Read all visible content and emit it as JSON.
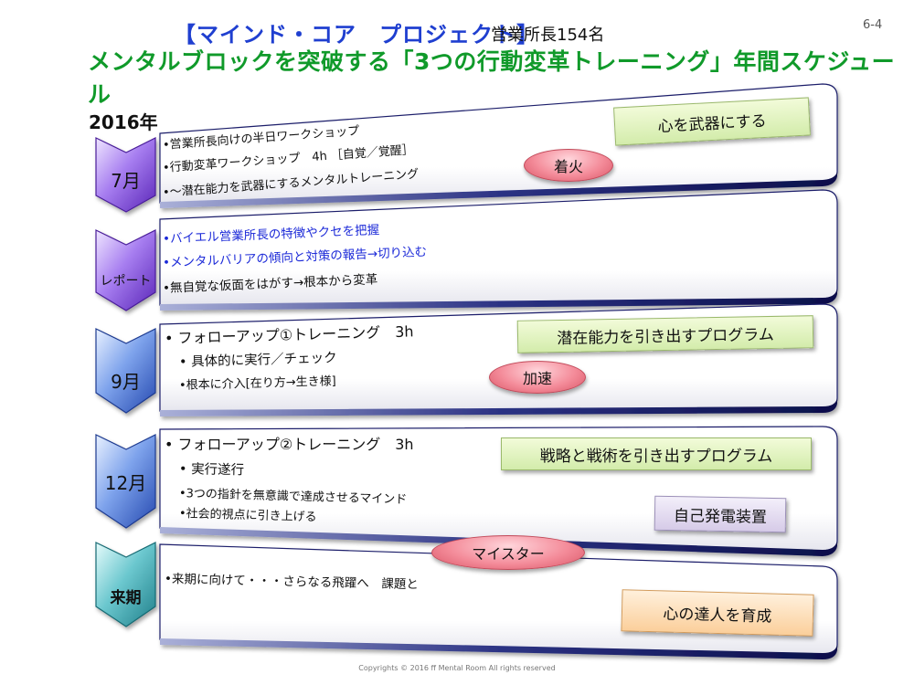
{
  "header": {
    "title_main": "【マインド・コア　プロジェクト】",
    "title_sub": "営業所長154名",
    "subtitle": "メンタルブロックを突破する「3つの行動変革トレーニング」年間スケジュール",
    "page_number": "6-4",
    "year": "2016年"
  },
  "rows": [
    {
      "period": "7月",
      "bullets": [
        "•営業所長向けの半日ワークショップ",
        "•行動変革ワークショップ　4h ［自覚／覚醒］",
        "•～潜在能力を武器にするメンタルトレーニング"
      ],
      "box": "心を武器にする",
      "pill": "着火"
    },
    {
      "period": "レポート",
      "bullets": [
        "•バイエル営業所長の特徴やクセを把握",
        "•メンタルバリアの傾向と対策の報告→切り込む",
        "•無自覚な仮面をはがす→根本から変革"
      ]
    },
    {
      "period": "9月",
      "bullets": [
        "• フォローアップ①トレーニング　3h",
        "• 具体的に実行／チェック",
        "•根本に介入[在り方→生き様]"
      ],
      "box": "潜在能力を引き出すプログラム",
      "pill": "加速"
    },
    {
      "period": "12月",
      "bullets": [
        "• フォローアップ②トレーニング　3h",
        "• 実行遂行",
        "•3つの指針を無意識で達成させるマインド",
        "•社会的視点に引き上げる"
      ],
      "box": "戦略と戦術を引き出すプログラム",
      "box2": "自己発電装置",
      "pill": "マイスター"
    },
    {
      "period": "来期",
      "bullets": [
        "•来期に向けて・・・さらなる飛躍へ　課題と"
      ],
      "box": "心の達人を育成"
    }
  ],
  "colors": {
    "title_blue": "#1f3fd0",
    "title_green": "#109a2a",
    "chevron_purple": "#7a48d8",
    "chevron_blue": "#3f6fd6",
    "chevron_teal": "#2a8f9a"
  },
  "copyright": "Copyrights © 2016 ff Mental Room All rights reserved"
}
